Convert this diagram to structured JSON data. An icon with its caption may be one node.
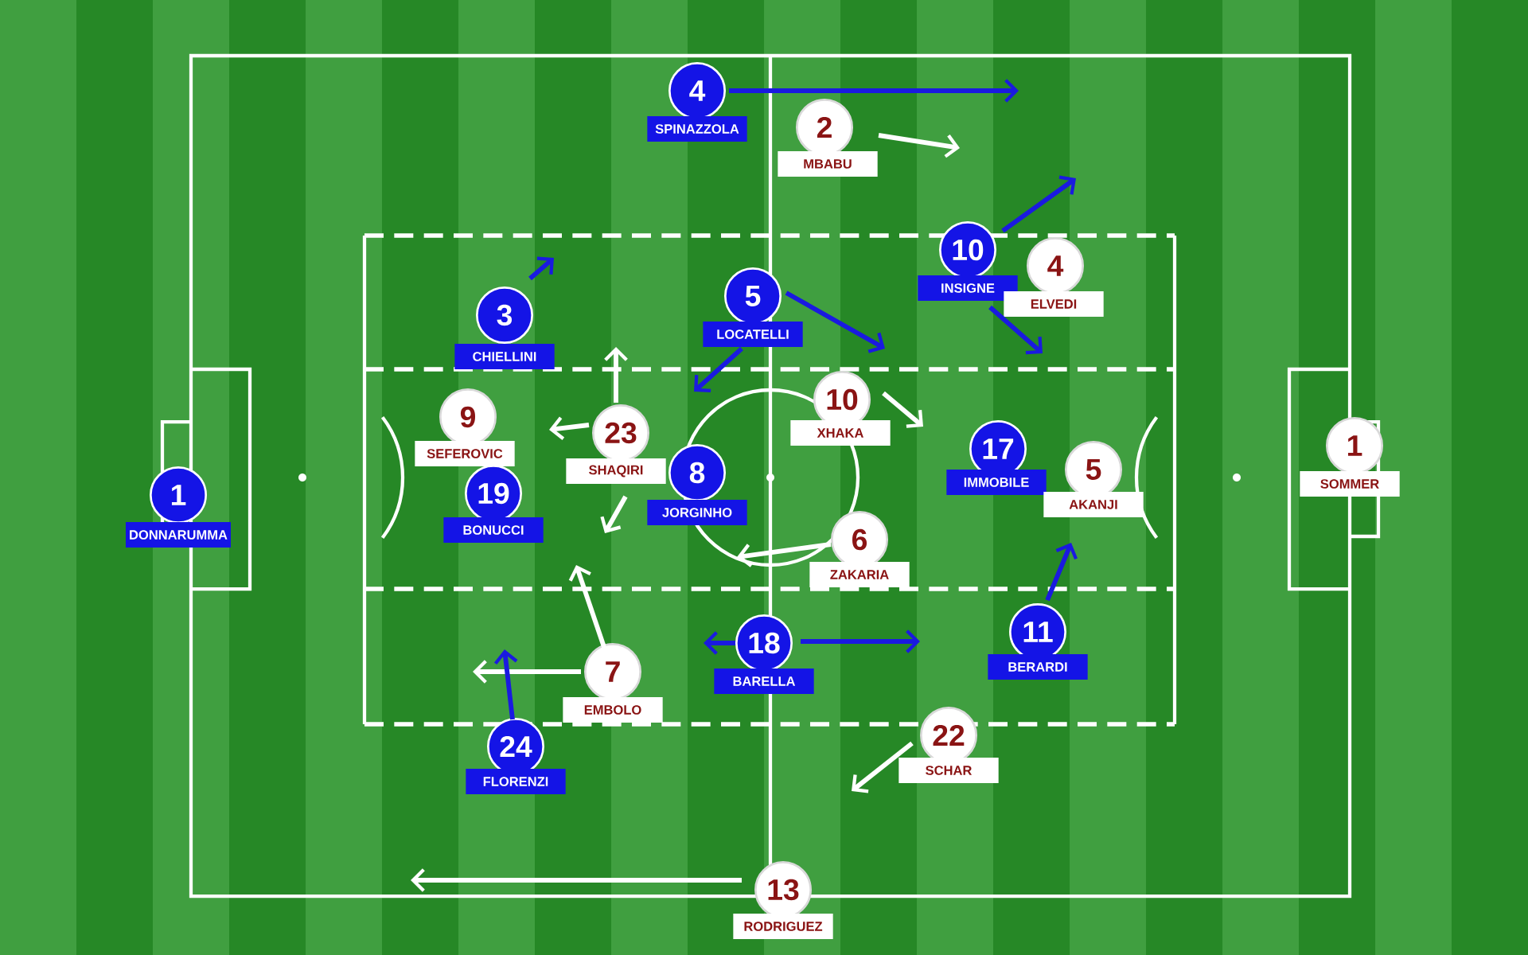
{
  "diagram": {
    "nodes": [
      {
        "text": [
          "1",
          "DONNARUMMA"
        ]
      },
      {
        "text": [
          "4",
          "SPINAZZOLA"
        ]
      },
      {
        "text": [
          "2",
          "MBABU"
        ]
      },
      {
        "text": [
          "3",
          "CHIELLINI"
        ]
      },
      {
        "text": [
          "5",
          "LOCATELLI"
        ]
      },
      {
        "text": [
          "10",
          "INSIGNE"
        ]
      },
      {
        "text": [
          "4",
          "ELVEDI"
        ]
      },
      {
        "text": [
          "9",
          "SEFEROVIC"
        ]
      },
      {
        "text": [
          "23",
          "SHAQIRI"
        ]
      },
      {
        "text": [
          "19",
          "BONUCCI"
        ]
      },
      {
        "text": [
          "8",
          "JORGINHO"
        ]
      },
      {
        "text": [
          "10",
          "XHAKA"
        ]
      },
      {
        "text": [
          "17",
          "IMMOBILE"
        ]
      },
      {
        "text": [
          "5",
          "AKANJI"
        ]
      },
      {
        "text": [
          "1",
          "SOMMER"
        ]
      },
      {
        "text": [
          "6",
          "ZAKARIA"
        ]
      },
      {
        "text": [
          "7",
          "EMBOLO"
        ]
      },
      {
        "text": [
          "18",
          "BARELLA"
        ]
      },
      {
        "text": [
          "11",
          "BERARDI"
        ]
      },
      {
        "text": [
          "24",
          "FLORENZI"
        ]
      },
      {
        "text": [
          "22",
          "SCHAR"
        ]
      },
      {
        "text": [
          "13",
          "RODRIGUEZ"
        ]
      }
    ],
    "edges": [
      {
        "from": 1,
        "to": null,
        "arrow": "to",
        "color": "#1a1ae0"
      },
      {
        "from": 2,
        "to": null,
        "arrow": "to",
        "color": "#ffffff"
      },
      {
        "from": 5,
        "to": null,
        "arrow": "to",
        "color": "#1a1ae0"
      },
      {
        "from": 5,
        "to": null,
        "arrow": "to",
        "color": "#1a1ae0"
      },
      {
        "from": 3,
        "to": null,
        "arrow": "to",
        "color": "#1a1ae0"
      },
      {
        "from": 4,
        "to": null,
        "arrow": "to",
        "color": "#1a1ae0"
      },
      {
        "from": 4,
        "to": null,
        "arrow": "to",
        "color": "#1a1ae0"
      },
      {
        "from": 8,
        "to": null,
        "arrow": "to",
        "color": "#ffffff"
      },
      {
        "from": 8,
        "to": null,
        "arrow": "to",
        "color": "#ffffff"
      },
      {
        "from": 8,
        "to": null,
        "arrow": "to",
        "color": "#ffffff"
      },
      {
        "from": 11,
        "to": null,
        "arrow": "to",
        "color": "#ffffff"
      },
      {
        "from": 15,
        "to": null,
        "arrow": "to",
        "color": "#ffffff"
      },
      {
        "from": 16,
        "to": null,
        "arrow": "to",
        "color": "#ffffff"
      },
      {
        "from": 16,
        "to": null,
        "arrow": "to",
        "color": "#ffffff"
      },
      {
        "from": 17,
        "to": null,
        "arrow": "to",
        "color": "#1a1ae0"
      },
      {
        "from": 17,
        "to": null,
        "arrow": "to",
        "color": "#1a1ae0"
      },
      {
        "from": 18,
        "to": null,
        "arrow": "to",
        "color": "#1a1ae0"
      },
      {
        "from": 19,
        "to": null,
        "arrow": "to",
        "color": "#1a1ae0"
      },
      {
        "from": 20,
        "to": null,
        "arrow": "to",
        "color": "#ffffff"
      },
      {
        "from": 21,
        "to": null,
        "arrow": "to",
        "color": "#ffffff"
      }
    ]
  }
}
